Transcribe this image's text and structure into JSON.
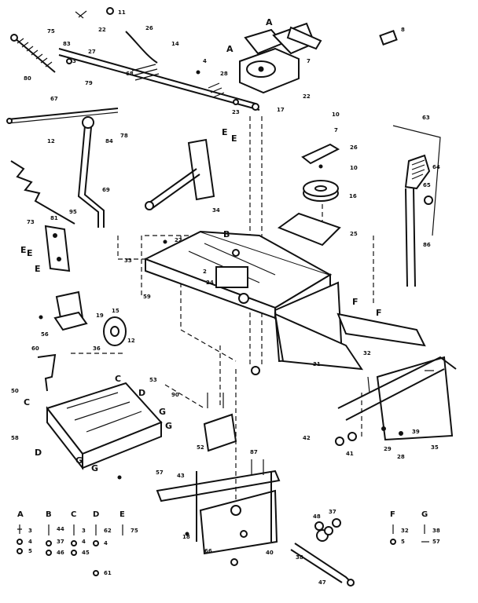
{
  "callouts": [
    {
      "id": "c11",
      "t": "11"
    },
    {
      "id": "c22a",
      "t": "22"
    },
    {
      "id": "c26",
      "t": "26"
    },
    {
      "id": "c75",
      "t": "75"
    },
    {
      "id": "c83",
      "t": "83"
    },
    {
      "id": "c27",
      "t": "27"
    },
    {
      "id": "c14",
      "t": "14"
    },
    {
      "id": "c4",
      "t": "4"
    },
    {
      "id": "c3",
      "t": "3"
    },
    {
      "id": "c80",
      "t": "80"
    },
    {
      "id": "c79",
      "t": "79"
    },
    {
      "id": "c68",
      "t": "68"
    },
    {
      "id": "c28",
      "t": "28"
    },
    {
      "id": "c7",
      "t": "7"
    },
    {
      "id": "c22b",
      "t": "22"
    },
    {
      "id": "c23",
      "t": "23"
    },
    {
      "id": "c17",
      "t": "17"
    },
    {
      "id": "c8",
      "t": "8"
    },
    {
      "id": "c67",
      "t": "67"
    },
    {
      "id": "c84",
      "t": "84"
    },
    {
      "id": "c78",
      "t": "78"
    },
    {
      "id": "c12",
      "t": "12"
    },
    {
      "id": "c10",
      "t": "10"
    },
    {
      "id": "c7b",
      "t": "7"
    },
    {
      "id": "c63",
      "t": "63"
    },
    {
      "id": "c26b",
      "t": "26"
    },
    {
      "id": "c10b",
      "t": "10"
    },
    {
      "id": "c64",
      "t": "64"
    },
    {
      "id": "c65",
      "t": "65"
    },
    {
      "id": "c16",
      "t": "16"
    },
    {
      "id": "c69",
      "t": "69"
    },
    {
      "id": "c81",
      "t": "81"
    },
    {
      "id": "c95",
      "t": "95"
    },
    {
      "id": "c73",
      "t": "73"
    },
    {
      "id": "c34",
      "t": "34"
    },
    {
      "id": "c25",
      "t": "25"
    },
    {
      "id": "c86",
      "t": "86"
    },
    {
      "id": "c22c",
      "t": "22"
    },
    {
      "id": "c33",
      "t": "33"
    },
    {
      "id": "c59",
      "t": "59"
    },
    {
      "id": "c24",
      "t": "24"
    },
    {
      "id": "c2",
      "t": "2"
    },
    {
      "id": "c19",
      "t": "19"
    },
    {
      "id": "c56",
      "t": "56"
    },
    {
      "id": "c15",
      "t": "15"
    },
    {
      "id": "c12b",
      "t": "12"
    },
    {
      "id": "c36",
      "t": "36"
    },
    {
      "id": "c32",
      "t": "32"
    },
    {
      "id": "c31",
      "t": "31"
    },
    {
      "id": "c35",
      "t": "35"
    },
    {
      "id": "c60",
      "t": "60"
    },
    {
      "id": "c53",
      "t": "53"
    },
    {
      "id": "c58",
      "t": "58"
    },
    {
      "id": "c50",
      "t": "50"
    },
    {
      "id": "c90",
      "t": "90"
    },
    {
      "id": "c57",
      "t": "57"
    },
    {
      "id": "c42",
      "t": "42"
    },
    {
      "id": "c41",
      "t": "41"
    },
    {
      "id": "c28b",
      "t": "28"
    },
    {
      "id": "c29",
      "t": "29"
    },
    {
      "id": "c39",
      "t": "39"
    },
    {
      "id": "c52",
      "t": "52"
    },
    {
      "id": "c87",
      "t": "87"
    },
    {
      "id": "c43",
      "t": "43"
    },
    {
      "id": "c18",
      "t": "18"
    },
    {
      "id": "c66",
      "t": "66"
    },
    {
      "id": "c48",
      "t": "48"
    },
    {
      "id": "c47",
      "t": "47"
    },
    {
      "id": "c38",
      "t": "38"
    },
    {
      "id": "c40",
      "t": "40"
    },
    {
      "id": "c37",
      "t": "37"
    }
  ],
  "letters": [
    {
      "id": "lA1",
      "t": "A"
    },
    {
      "id": "lA2",
      "t": "A"
    },
    {
      "id": "lE1",
      "t": "E"
    },
    {
      "id": "lE2",
      "t": "E"
    },
    {
      "id": "lE3",
      "t": "E"
    },
    {
      "id": "lE4",
      "t": "E"
    },
    {
      "id": "lE5",
      "t": "E"
    },
    {
      "id": "lB1",
      "t": "B"
    },
    {
      "id": "lF1",
      "t": "F"
    },
    {
      "id": "lF2",
      "t": "F"
    },
    {
      "id": "lC1",
      "t": "C"
    },
    {
      "id": "lC2",
      "t": "C"
    },
    {
      "id": "lD1",
      "t": "D"
    },
    {
      "id": "lD2",
      "t": "D"
    },
    {
      "id": "lG1",
      "t": "G"
    },
    {
      "id": "lG2",
      "t": "G"
    },
    {
      "id": "lG3",
      "t": "G"
    },
    {
      "id": "lG4",
      "t": "G"
    }
  ],
  "legend": {
    "groups": [
      {
        "key": "A",
        "items": [
          "3",
          "4",
          "5"
        ]
      },
      {
        "key": "B",
        "items": [
          "44",
          "37",
          "46"
        ]
      },
      {
        "key": "C",
        "items": [
          "3",
          "4",
          "45"
        ]
      },
      {
        "key": "D",
        "items": [
          "62",
          "4",
          "61"
        ]
      },
      {
        "key": "E",
        "items": [
          "75"
        ]
      },
      {
        "key": "F",
        "items": [
          "32",
          "5"
        ]
      },
      {
        "key": "G",
        "items": [
          "38",
          "57"
        ]
      }
    ]
  }
}
